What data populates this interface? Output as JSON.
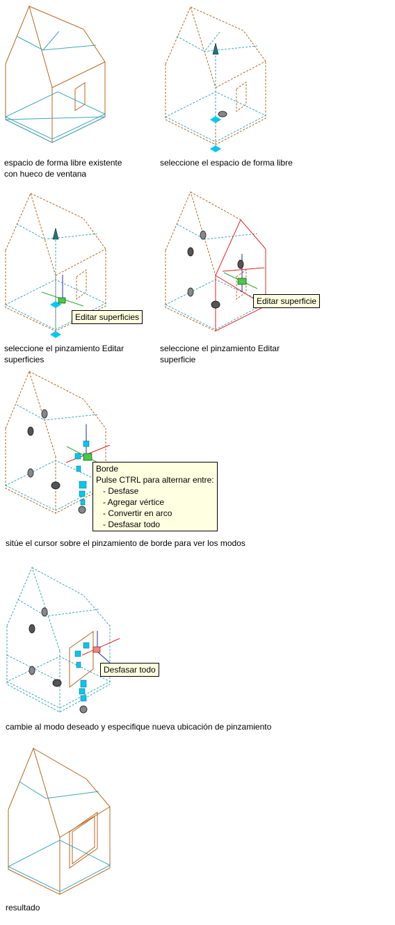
{
  "steps": [
    {
      "caption": [
        "espacio de forma libre existente",
        "con hueco de ventana"
      ]
    },
    {
      "caption": [
        "seleccione el espacio de forma libre"
      ]
    },
    {
      "caption": [
        "seleccione el pinzamiento Editar",
        "superficies"
      ],
      "tooltip": "Editar superficies"
    },
    {
      "caption": [
        "seleccione el pinzamiento Editar",
        "superficie"
      ],
      "tooltip": "Editar superficie"
    },
    {
      "caption": [
        "sitúe el cursor sobre el pinzamiento de borde para ver los modos"
      ],
      "tooltip": {
        "title": "Borde",
        "subtitle": "Pulse CTRL para alternar entre:",
        "items": [
          "- Desfase",
          "- Agregar vértice",
          "- Convertir en arco",
          "- Desfasar todo"
        ]
      }
    },
    {
      "caption": [
        "cambie al modo deseado y especifique nueva ubicación de pinzamiento"
      ],
      "tooltip": "Desfasar todo"
    },
    {
      "caption": [
        "resultado"
      ]
    }
  ],
  "colors": {
    "outline": "#b5651d",
    "floor": "#3aa6b9",
    "selected": "#e02020",
    "grip": "#00c8f0",
    "tooltip_bg": "#ffffe1"
  }
}
